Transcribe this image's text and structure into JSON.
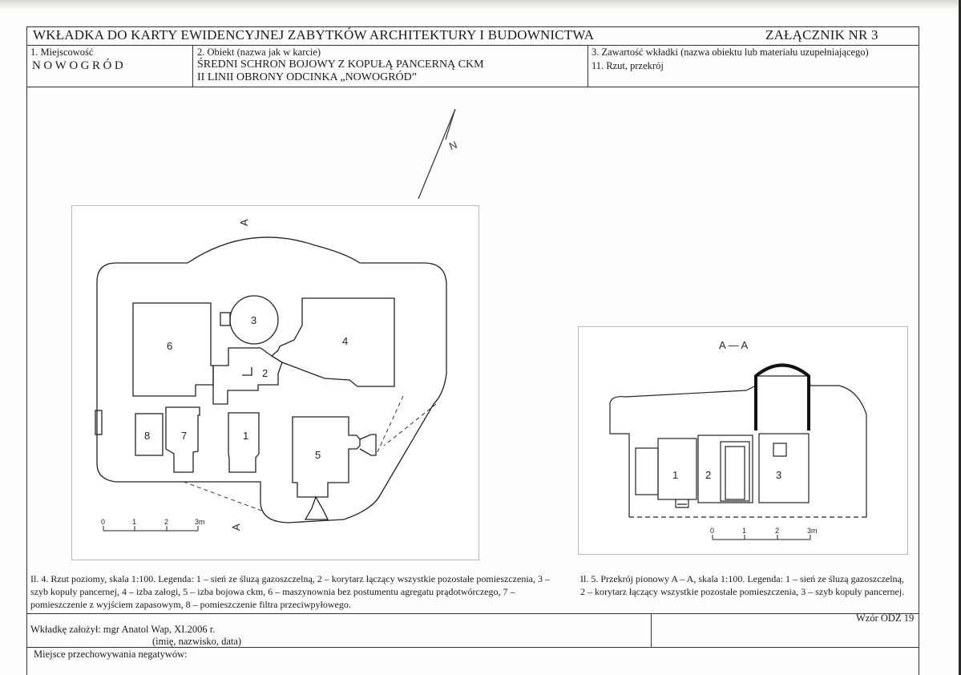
{
  "header": {
    "title": "WKŁADKA DO KARTY EWIDENCYJNEJ ZABYTKÓW ARCHITEKTURY I BUDOWNICTWA",
    "annex": "ZAŁĄCZNIK NR 3"
  },
  "fields": {
    "locality_label": "1. Miejscowość",
    "locality_value": "NOWOGRÓD",
    "object_label": "2. Obiekt (nazwa jak w karcie)",
    "object_line1": "ŚREDNI SCHRON BOJOWY Z KOPUŁĄ PANCERNĄ CKM",
    "object_line2": "II LINII OBRONY ODCINKA „NOWOGRÓD”",
    "content_label": "3. Zawartość wkładki (nazwa obiektu lub materiału uzupełniającego)",
    "content_value": "11. Rzut, przekrój"
  },
  "north_label": "N",
  "plan": {
    "section_mark": "A",
    "rooms": [
      "1",
      "2",
      "3",
      "4",
      "5",
      "6",
      "7",
      "8"
    ],
    "scale_ticks": [
      "0",
      "1",
      "2",
      "3m"
    ]
  },
  "section": {
    "title": "A — A",
    "rooms": [
      "1",
      "2",
      "3"
    ],
    "scale_ticks": [
      "0",
      "1",
      "2",
      "3m"
    ]
  },
  "captions": {
    "plan": "Il. 4. Rzut poziomy, skala 1:100. Legenda: 1 – sień ze śluzą gazoszczelną, 2 – korytarz łączący wszystkie pozostałe pomieszczenia, 3 – szyb kopuły pancernej, 4 – izba załogi, 5 – izba bojowa ckm, 6 – maszynownia bez postumentu agregatu prądotwórczego, 7 – pomieszczenie z wyjściem zapasowym, 8 – pomieszczenie filtra przeciwpyłowego.",
    "section": "Il. 5. Przekrój pionowy A – A, skala 1:100. Legenda: 1 – sień ze śluzą gazoszczelną, 2 – korytarz łączący wszystkie pozostałe pomieszczenia, 3 – szyb kopuły pancernej."
  },
  "footer": {
    "template": "Wzór ODZ 19",
    "author": "Wkładkę założył: mgr Anatol Wap, XI.2006 r.",
    "author_hint": "(imię, nazwisko, data)",
    "storage": "Miejsce przechowywania negatywów:"
  }
}
